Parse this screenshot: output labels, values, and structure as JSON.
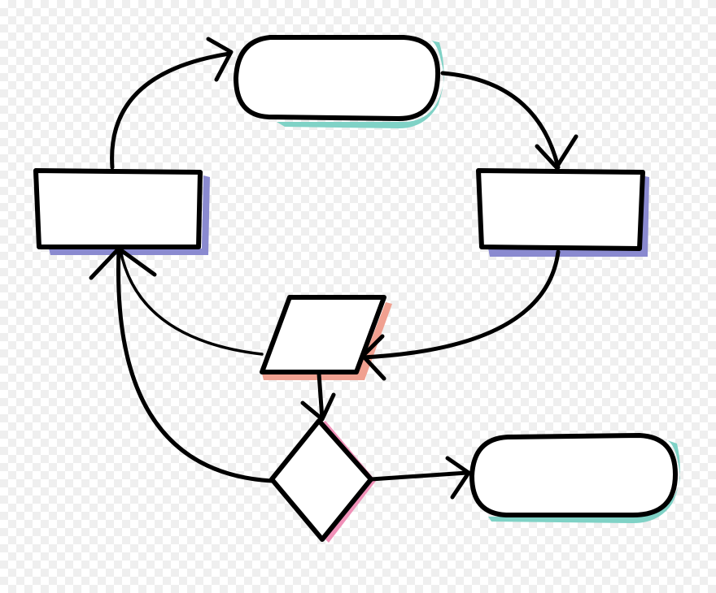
{
  "diagram": {
    "colors": {
      "teal": "#7fd2c6",
      "purple": "#8a8ad0",
      "salmon": "#f0a090",
      "pink": "#f090b8",
      "ink": "#000000"
    },
    "nodes": [
      {
        "id": "terminal-top",
        "shape": "rounded-pill",
        "label": "",
        "shadow": "teal"
      },
      {
        "id": "process-left",
        "shape": "rectangle",
        "label": "",
        "shadow": "purple"
      },
      {
        "id": "process-right",
        "shape": "rectangle",
        "label": "",
        "shadow": "purple"
      },
      {
        "id": "io-center",
        "shape": "parallelogram",
        "label": "",
        "shadow": "salmon"
      },
      {
        "id": "decision",
        "shape": "diamond",
        "label": "",
        "shadow": "pink"
      },
      {
        "id": "terminal-bottom-right",
        "shape": "rounded-pill",
        "label": "",
        "shadow": "teal"
      }
    ],
    "edges": [
      {
        "from": "process-left",
        "to": "terminal-top"
      },
      {
        "from": "terminal-top",
        "to": "process-right"
      },
      {
        "from": "process-right",
        "to": "io-center"
      },
      {
        "from": "io-center",
        "to": "process-left"
      },
      {
        "from": "io-center",
        "to": "decision"
      },
      {
        "from": "decision",
        "to": "process-left"
      },
      {
        "from": "decision",
        "to": "terminal-bottom-right"
      }
    ]
  }
}
